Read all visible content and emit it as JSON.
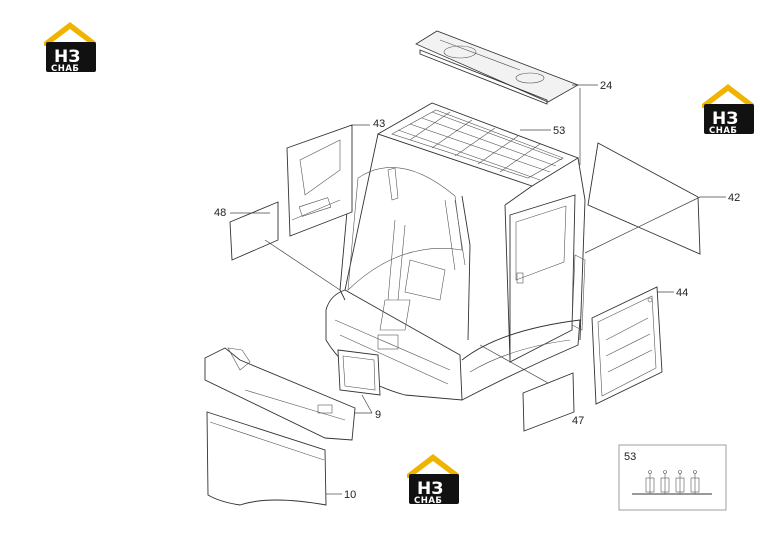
{
  "callouts": {
    "c24": "24",
    "c43": "43",
    "c53": "53",
    "c42": "42",
    "c48": "48",
    "c44": "44",
    "c9": "9",
    "c47": "47",
    "c10": "10"
  },
  "inset": {
    "label": "53"
  },
  "logo": {
    "mark": "НЗ",
    "subtitle": "СНАБ",
    "colors": {
      "roof": "#f0b400",
      "body": "#111111",
      "text": "#ffffff"
    }
  }
}
